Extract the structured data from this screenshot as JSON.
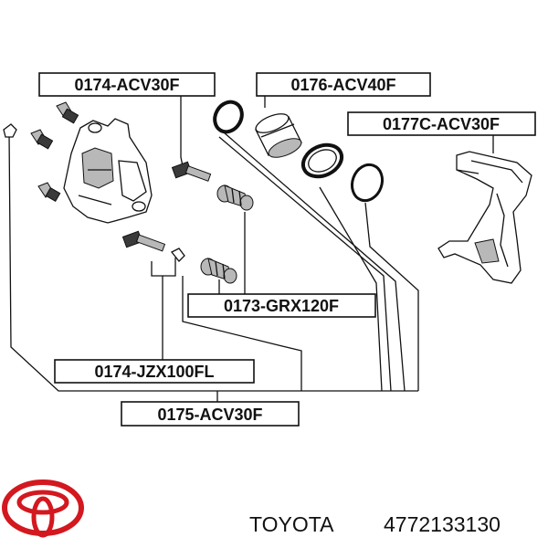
{
  "labels": {
    "caliper_slide_pin_kit_a": "0174-ACV30F",
    "piston": "0176-ACV40F",
    "caliper_bracket": "0177C-ACV30F",
    "guide_pin_boot": "0173-GRX120F",
    "caliper_slide_pin_kit_b": "0174-JZX100FL",
    "repair_kit": "0175-ACV30F"
  },
  "footer": {
    "brand": "TOYOTA",
    "part_number": "4772133130"
  },
  "colors": {
    "logo": "#d31820",
    "line": "#111111"
  },
  "icons": {
    "logo": "toyota-logo-icon"
  }
}
